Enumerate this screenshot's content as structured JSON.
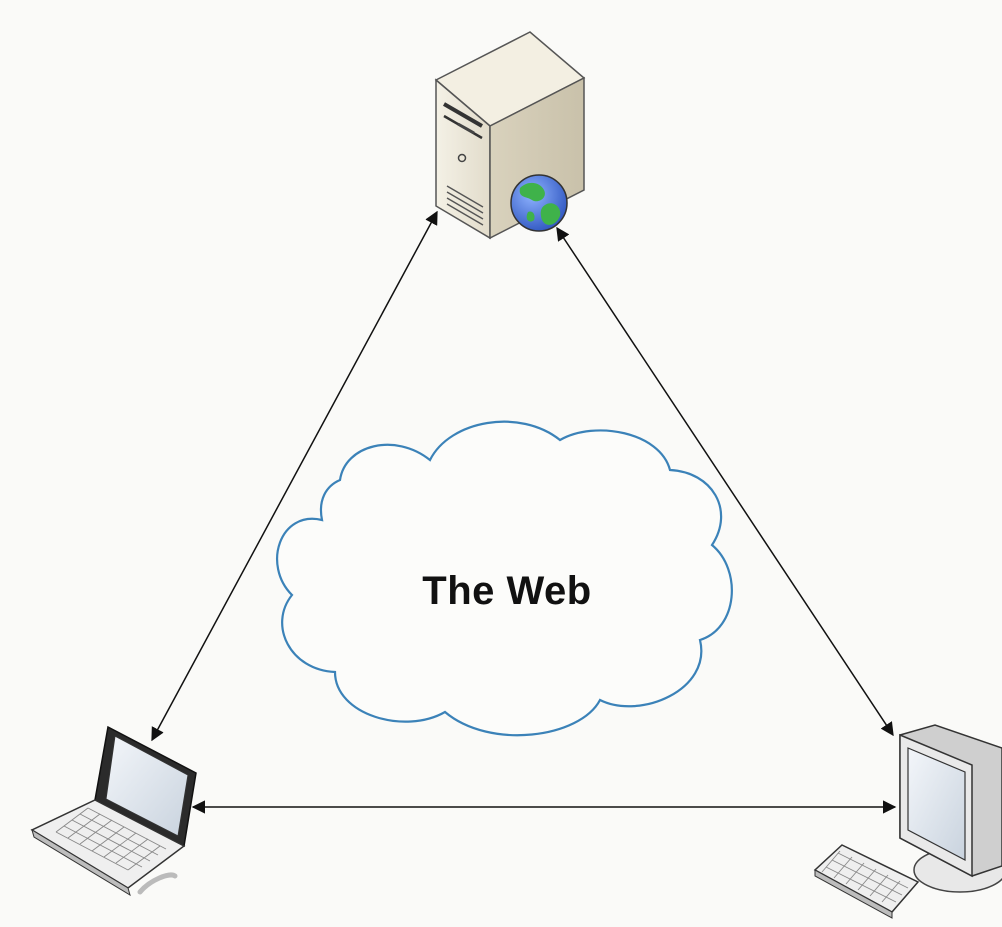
{
  "diagram": {
    "cloud": {
      "label": "The Web",
      "outline_color": "#3b82b8"
    },
    "nodes": [
      {
        "id": "server",
        "icon": "web-server-icon"
      },
      {
        "id": "laptop",
        "icon": "laptop-icon"
      },
      {
        "id": "desktop",
        "icon": "desktop-computer-icon"
      }
    ],
    "connections": [
      {
        "from": "server",
        "to": "laptop",
        "bidirectional": true
      },
      {
        "from": "server",
        "to": "desktop",
        "bidirectional": true
      },
      {
        "from": "laptop",
        "to": "desktop",
        "bidirectional": true
      }
    ],
    "colors": {
      "background": "#fafaf8",
      "server_body": "#ece7d8",
      "globe_water": "#4a74d6",
      "globe_land": "#3fb24a",
      "arrow": "#111111"
    }
  }
}
